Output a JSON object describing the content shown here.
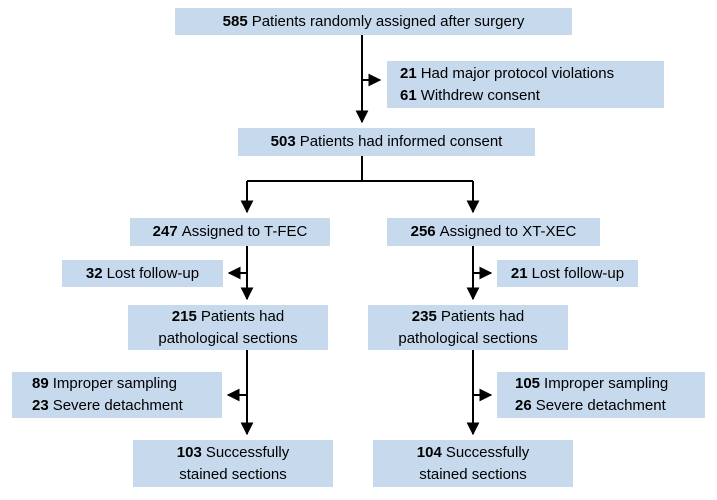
{
  "diagram": {
    "type": "flowchart",
    "description": "Patient randomization flow diagram",
    "colors": {
      "box_fill": "#c6d9ed",
      "text": "#000000",
      "line": "#000000",
      "background": "#ffffff"
    },
    "boxes": {
      "randomized": {
        "lines": [
          {
            "num": "585",
            "text": "Patients randomly assigned after surgery"
          }
        ]
      },
      "excluded_top": {
        "lines": [
          {
            "num": "21",
            "text": "Had major protocol violations"
          },
          {
            "num": "61",
            "text": "Withdrew consent"
          }
        ]
      },
      "consent": {
        "lines": [
          {
            "num": "503",
            "text": "Patients had informed consent"
          }
        ]
      },
      "arm_left": {
        "lines": [
          {
            "num": "247",
            "text": "Assigned to T-FEC"
          }
        ]
      },
      "arm_right": {
        "lines": [
          {
            "num": "256",
            "text": "Assigned to XT-XEC"
          }
        ]
      },
      "lost_left": {
        "lines": [
          {
            "num": "32",
            "text": "Lost follow-up"
          }
        ]
      },
      "lost_right": {
        "lines": [
          {
            "num": "21",
            "text": "Lost follow-up"
          }
        ]
      },
      "sections_left": {
        "lines": [
          {
            "num": "215",
            "text": "Patients had"
          },
          {
            "text": "pathological sections"
          }
        ]
      },
      "sections_right": {
        "lines": [
          {
            "num": "235",
            "text": "Patients had"
          },
          {
            "text": "pathological sections"
          }
        ]
      },
      "excluded_left": {
        "lines": [
          {
            "num": "89",
            "text": "Improper sampling"
          },
          {
            "num": "23",
            "text": "Severe detachment"
          }
        ]
      },
      "excluded_right": {
        "lines": [
          {
            "num": "105",
            "text": "Improper sampling"
          },
          {
            "num": "26",
            "text": "Severe detachment"
          }
        ]
      },
      "stained_left": {
        "lines": [
          {
            "num": "103",
            "text": "Successfully"
          },
          {
            "text": "stained sections"
          }
        ]
      },
      "stained_right": {
        "lines": [
          {
            "num": "104",
            "text": "Successfully"
          },
          {
            "text": "stained sections"
          }
        ]
      }
    }
  }
}
